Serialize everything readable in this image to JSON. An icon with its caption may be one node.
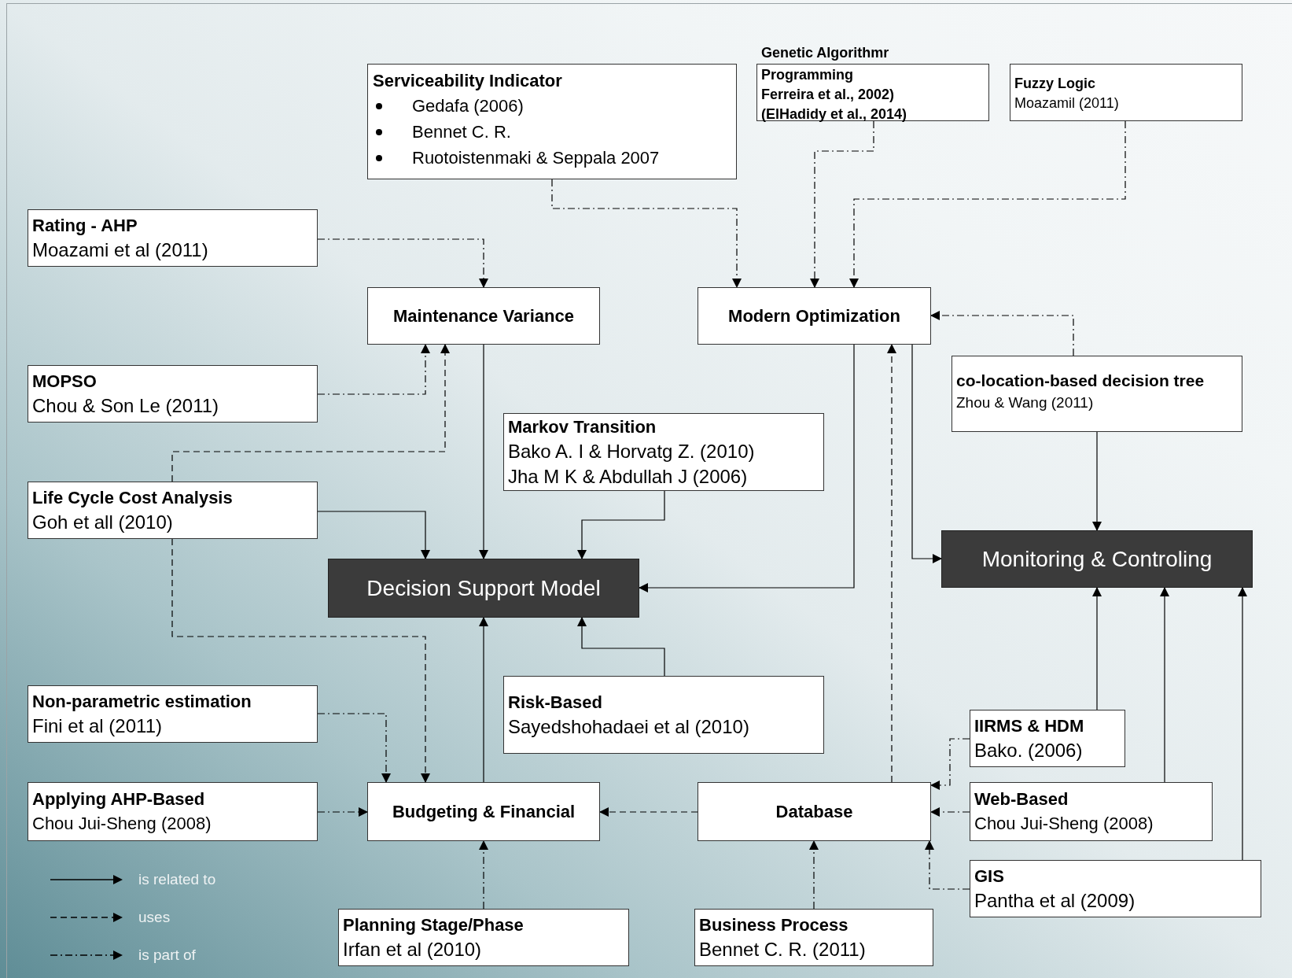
{
  "diagram": {
    "nodes": [
      {
        "text": [
          "Serviceability Indicator",
          "Gedafa (2006)",
          "Bennet C. R.",
          "Ruotoistenmaki & Seppala 2007"
        ]
      },
      {
        "text": [
          "Genetic Algorithmr",
          "Programming",
          "Ferreira et al., 2002)",
          "(ElHadidy et al., 2014)"
        ]
      },
      {
        "text": [
          "Fuzzy Logic",
          "Moazamil (2011)"
        ]
      },
      {
        "text": [
          "Rating - AHP",
          "Moazami et al (2011)"
        ]
      },
      {
        "text": [
          "Maintenance Variance"
        ]
      },
      {
        "text": [
          "Modern Optimization"
        ]
      },
      {
        "text": [
          "MOPSO",
          "Chou & Son Le (2011)"
        ]
      },
      {
        "text": [
          "co-location-based decision tree",
          "Zhou & Wang (2011)"
        ]
      },
      {
        "text": [
          "Markov Transition",
          "Bako A. I & Horvatg Z. (2010)",
          "Jha M K & Abdullah J (2006)"
        ]
      },
      {
        "text": [
          "Life Cycle Cost Analysis",
          "Goh et all (2010)"
        ]
      },
      {
        "text": [
          "Decision Support Model"
        ]
      },
      {
        "text": [
          "Monitoring & Controling"
        ]
      },
      {
        "text": [
          "Risk-Based",
          "Sayedshohadaei et al (2010)"
        ]
      },
      {
        "text": [
          "Non-parametric estimation",
          "Fini et al (2011)"
        ]
      },
      {
        "text": [
          "IIRMS & HDM",
          "Bako.  (2006)"
        ]
      },
      {
        "text": [
          "Applying AHP-Based",
          "Chou Jui-Sheng (2008)"
        ]
      },
      {
        "text": [
          "Budgeting & Financial"
        ]
      },
      {
        "text": [
          "Database"
        ]
      },
      {
        "text": [
          "Web-Based",
          "Chou Jui-Sheng (2008)"
        ]
      },
      {
        "text": [
          "GIS",
          "Pantha et al (2009)"
        ]
      },
      {
        "text": [
          "Planning Stage/Phase",
          "Irfan et al (2010)"
        ]
      },
      {
        "text": [
          "Business Process",
          "Bennet C. R.  (2011)"
        ]
      }
    ],
    "edges": [
      {
        "from": 0,
        "to": 5,
        "arrow": "to",
        "style": "dashed"
      },
      {
        "from": 1,
        "to": 5,
        "arrow": "to",
        "style": "dashed"
      },
      {
        "from": 2,
        "to": 5,
        "arrow": "to",
        "style": "dashed"
      },
      {
        "from": 3,
        "to": 4,
        "arrow": "to",
        "style": "dashed"
      },
      {
        "from": 6,
        "to": 4,
        "arrow": "to",
        "style": "dashed"
      },
      {
        "from": 9,
        "to": 4,
        "arrow": "to",
        "style": "dashed"
      },
      {
        "from": 4,
        "to": 10,
        "arrow": "to"
      },
      {
        "from": 9,
        "to": 10,
        "arrow": "to"
      },
      {
        "from": 8,
        "to": 10,
        "arrow": "to"
      },
      {
        "from": 5,
        "to": 10,
        "arrow": "to"
      },
      {
        "from": 5,
        "to": 11,
        "arrow": "to"
      },
      {
        "from": 7,
        "to": 5,
        "arrow": "to",
        "style": "dashed"
      },
      {
        "from": 7,
        "to": 11,
        "arrow": "to"
      },
      {
        "from": 9,
        "to": 16,
        "arrow": "to",
        "style": "dashed"
      },
      {
        "from": 16,
        "to": 10,
        "arrow": "to"
      },
      {
        "from": 12,
        "to": 10,
        "arrow": "to"
      },
      {
        "from": 13,
        "to": 16,
        "arrow": "to",
        "style": "dashed"
      },
      {
        "from": 15,
        "to": 16,
        "arrow": "to",
        "style": "dashed"
      },
      {
        "from": 17,
        "to": 16,
        "arrow": "to",
        "style": "dashed"
      },
      {
        "from": 20,
        "to": 16,
        "arrow": "to",
        "style": "dashed"
      },
      {
        "from": 17,
        "to": 5,
        "arrow": "to",
        "style": "dashed"
      },
      {
        "from": 14,
        "to": 17,
        "arrow": "to",
        "style": "dashed"
      },
      {
        "from": 18,
        "to": 17,
        "arrow": "to",
        "style": "dashed"
      },
      {
        "from": 19,
        "to": 17,
        "arrow": "to",
        "style": "dashed"
      },
      {
        "from": 21,
        "to": 17,
        "arrow": "to",
        "style": "dashed"
      },
      {
        "from": 14,
        "to": 11,
        "arrow": "to"
      },
      {
        "from": 18,
        "to": 11,
        "arrow": "to"
      },
      {
        "from": 19,
        "to": 11,
        "arrow": "to"
      }
    ],
    "legend": [
      {
        "text": "is related to"
      },
      {
        "text": "uses"
      },
      {
        "text": "is part of"
      }
    ]
  }
}
